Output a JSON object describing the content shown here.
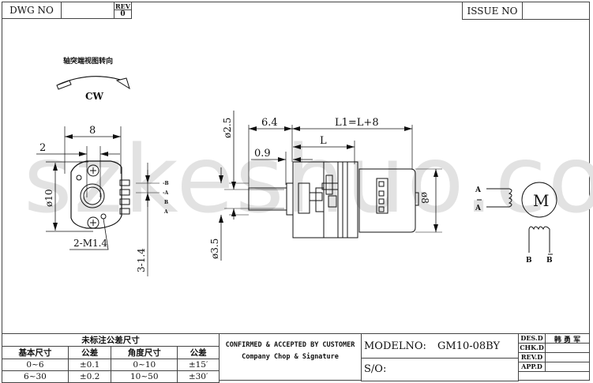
{
  "header": {
    "dwg_no_label": "DWG   NO",
    "dwg_no_value": "",
    "rev_label": "REV",
    "rev_value": "0",
    "issue_no_label": "ISSUE   NO",
    "issue_no_value": ""
  },
  "watermark": "szkeshuo.com",
  "end_view": {
    "rotation_title": "轴突端视图转向",
    "rotation_direction": "CW",
    "dim_width": "8",
    "dim_offset": "2",
    "dim_diameter": "ø10",
    "screw_label": "2-M1.4",
    "pin_pitch_label": "3-1.4",
    "pin_labels": [
      "-B",
      "-A",
      "B",
      "A"
    ]
  },
  "side_view": {
    "dim_shaft_len": "6.4",
    "dim_total_len": "L1=L+8",
    "dim_body_len": "L",
    "dim_flange": "0.9",
    "dim_shaft_dia": "ø2.5",
    "dim_boss_dia": "ø3.5",
    "dim_motor_dia": "ø8"
  },
  "schematic": {
    "motor_label": "M",
    "coil_a_top": "A",
    "coil_a_bottom": "A",
    "coil_b_left": "B",
    "coil_b_right": "B"
  },
  "tolerance_table": {
    "title": "未标注公差尺寸",
    "columns": [
      "基本尺寸",
      "公差",
      "角度尺寸",
      "公差"
    ],
    "rows": [
      [
        "0~6",
        "±0.1",
        "0~10",
        "±15′"
      ],
      [
        "6~30",
        "±0.2",
        "10~50",
        "±30′"
      ]
    ]
  },
  "customer_block": {
    "line1": "CONFIRMED & ACCEPTED BY CUSTOMER",
    "line2": "Company Chop & Signature"
  },
  "model_block": {
    "model_label": "MODELNO:",
    "model_value": "GM10-08BY",
    "so_label": "S/O:",
    "so_value": ""
  },
  "sign_block": {
    "rows": [
      {
        "label": "DES.D",
        "value": "韩 勇 军"
      },
      {
        "label": "CHK.D",
        "value": ""
      },
      {
        "label": "REV.D",
        "value": ""
      },
      {
        "label": "APP.D",
        "value": ""
      }
    ]
  }
}
